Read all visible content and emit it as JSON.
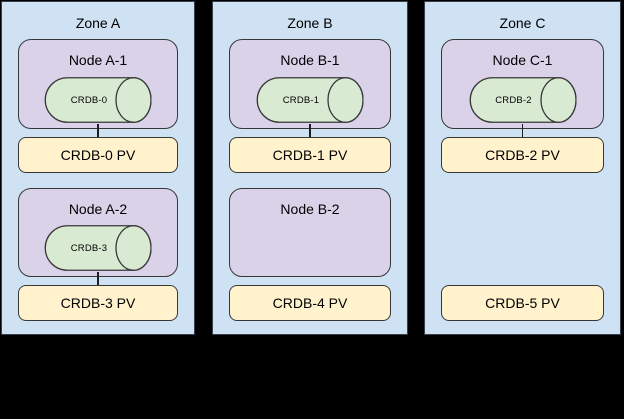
{
  "diagram": {
    "type": "kubernetes-topology",
    "colors": {
      "background": "#000000",
      "zone_fill": "#cfe2f3",
      "zone_border": "#36404e",
      "node_fill": "#d9d2e9",
      "pod_cylinder_fill": "#d9ead3",
      "pv_fill": "#fff2cc",
      "shape_border": "#383838",
      "text": "#000000"
    }
  },
  "zones": [
    {
      "label": "Zone A",
      "slots": [
        {
          "node_label": "Node A-1",
          "pod_label": "CRDB-0",
          "pv_label": "CRDB-0 PV"
        },
        {
          "node_label": "Node A-2",
          "pod_label": "CRDB-3",
          "pv_label": "CRDB-3 PV"
        }
      ]
    },
    {
      "label": "Zone B",
      "slots": [
        {
          "node_label": "Node B-1",
          "pod_label": "CRDB-1",
          "pv_label": "CRDB-1 PV"
        },
        {
          "node_label": "Node B-2",
          "pod_label": null,
          "pv_label": "CRDB-4 PV"
        }
      ]
    },
    {
      "label": "Zone C",
      "slots": [
        {
          "node_label": "Node C-1",
          "pod_label": "CRDB-2",
          "pv_label": "CRDB-2 PV"
        },
        {
          "node_label": null,
          "pod_label": null,
          "pv_label": "CRDB-5 PV"
        }
      ]
    }
  ]
}
